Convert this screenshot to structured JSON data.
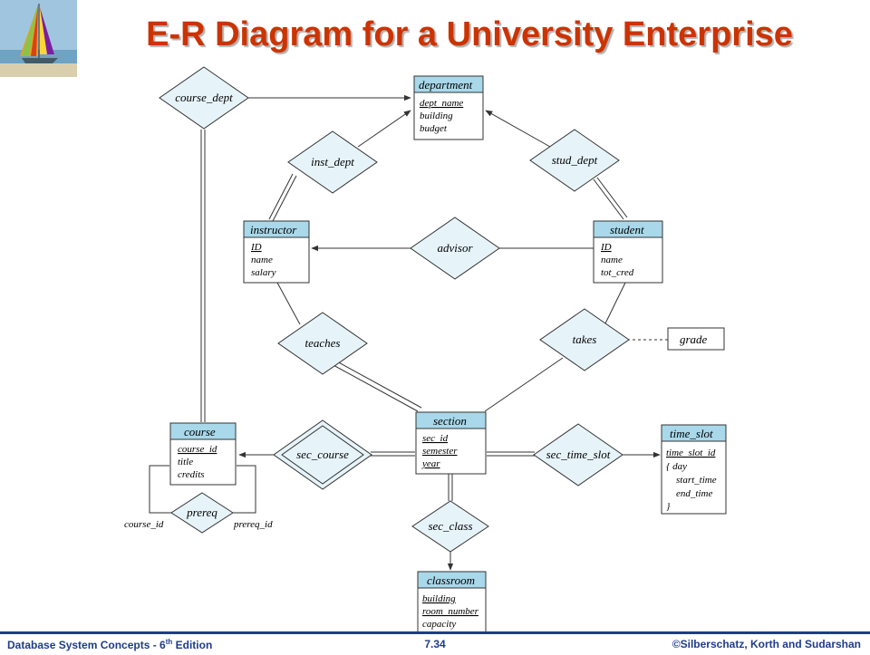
{
  "title": "E-R Diagram for a University Enterprise",
  "entities": {
    "department": {
      "name": "department",
      "attributes": [
        "dept_name",
        "building",
        "budget"
      ]
    },
    "instructor": {
      "name": "instructor",
      "attributes": [
        "ID",
        "name",
        "salary"
      ]
    },
    "student": {
      "name": "student",
      "attributes": [
        "ID",
        "name",
        "tot_cred"
      ]
    },
    "section": {
      "name": "section",
      "attributes": [
        "sec_id",
        "semester",
        "year"
      ]
    },
    "course": {
      "name": "course",
      "attributes": [
        "course_id",
        "title",
        "credits"
      ]
    },
    "time_slot": {
      "name": "time_slot",
      "attributes": [
        "time_slot_id",
        "{ day",
        "start_time",
        "end_time",
        "}"
      ]
    },
    "classroom": {
      "name": "classroom",
      "attributes": [
        "building",
        "room_number",
        "capacity"
      ]
    }
  },
  "relationships": {
    "course_dept": "course_dept",
    "inst_dept": "inst_dept",
    "stud_dept": "stud_dept",
    "advisor": "advisor",
    "teaches": "teaches",
    "takes": "takes",
    "sec_course": "sec_course",
    "sec_time_slot": "sec_time_slot",
    "sec_class": "sec_class",
    "prereq": "prereq"
  },
  "relationship_attribute": {
    "grade": "grade"
  },
  "role_labels": {
    "course_id": "course_id",
    "prereq_id": "prereq_id"
  },
  "footer": {
    "left_prefix": "Database  System Concepts  - 6",
    "left_sup": "th",
    "left_suffix": " Edition",
    "center": "7.34",
    "right": "©Silberschatz, Korth and Sudarshan"
  },
  "colors": {
    "title": "#cc3300",
    "header_fill": "#a8d8ea",
    "diamond_fill": "#e6f4fa",
    "line": "#333333",
    "footer": "#1f3c8a"
  }
}
